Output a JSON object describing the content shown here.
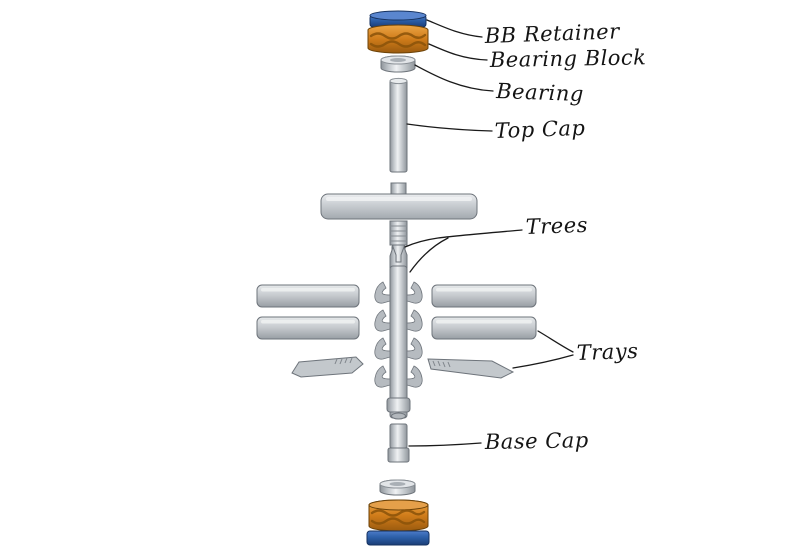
{
  "diagram": {
    "type": "exploded-assembly-diagram",
    "labels": {
      "bb_retainer": "BB Retainer",
      "bearing_block": "Bearing Block",
      "bearing": "Bearing",
      "top_cap": "Top Cap",
      "trees": "Trees",
      "trays": "Trays",
      "base_cap": "Base Cap"
    },
    "colors": {
      "retainer_blue": "#2c5fa8",
      "bearing_block_orange": "#d07c1a",
      "metal_gray": "#c9cdd1",
      "leader_line": "#1a1a1a"
    }
  }
}
